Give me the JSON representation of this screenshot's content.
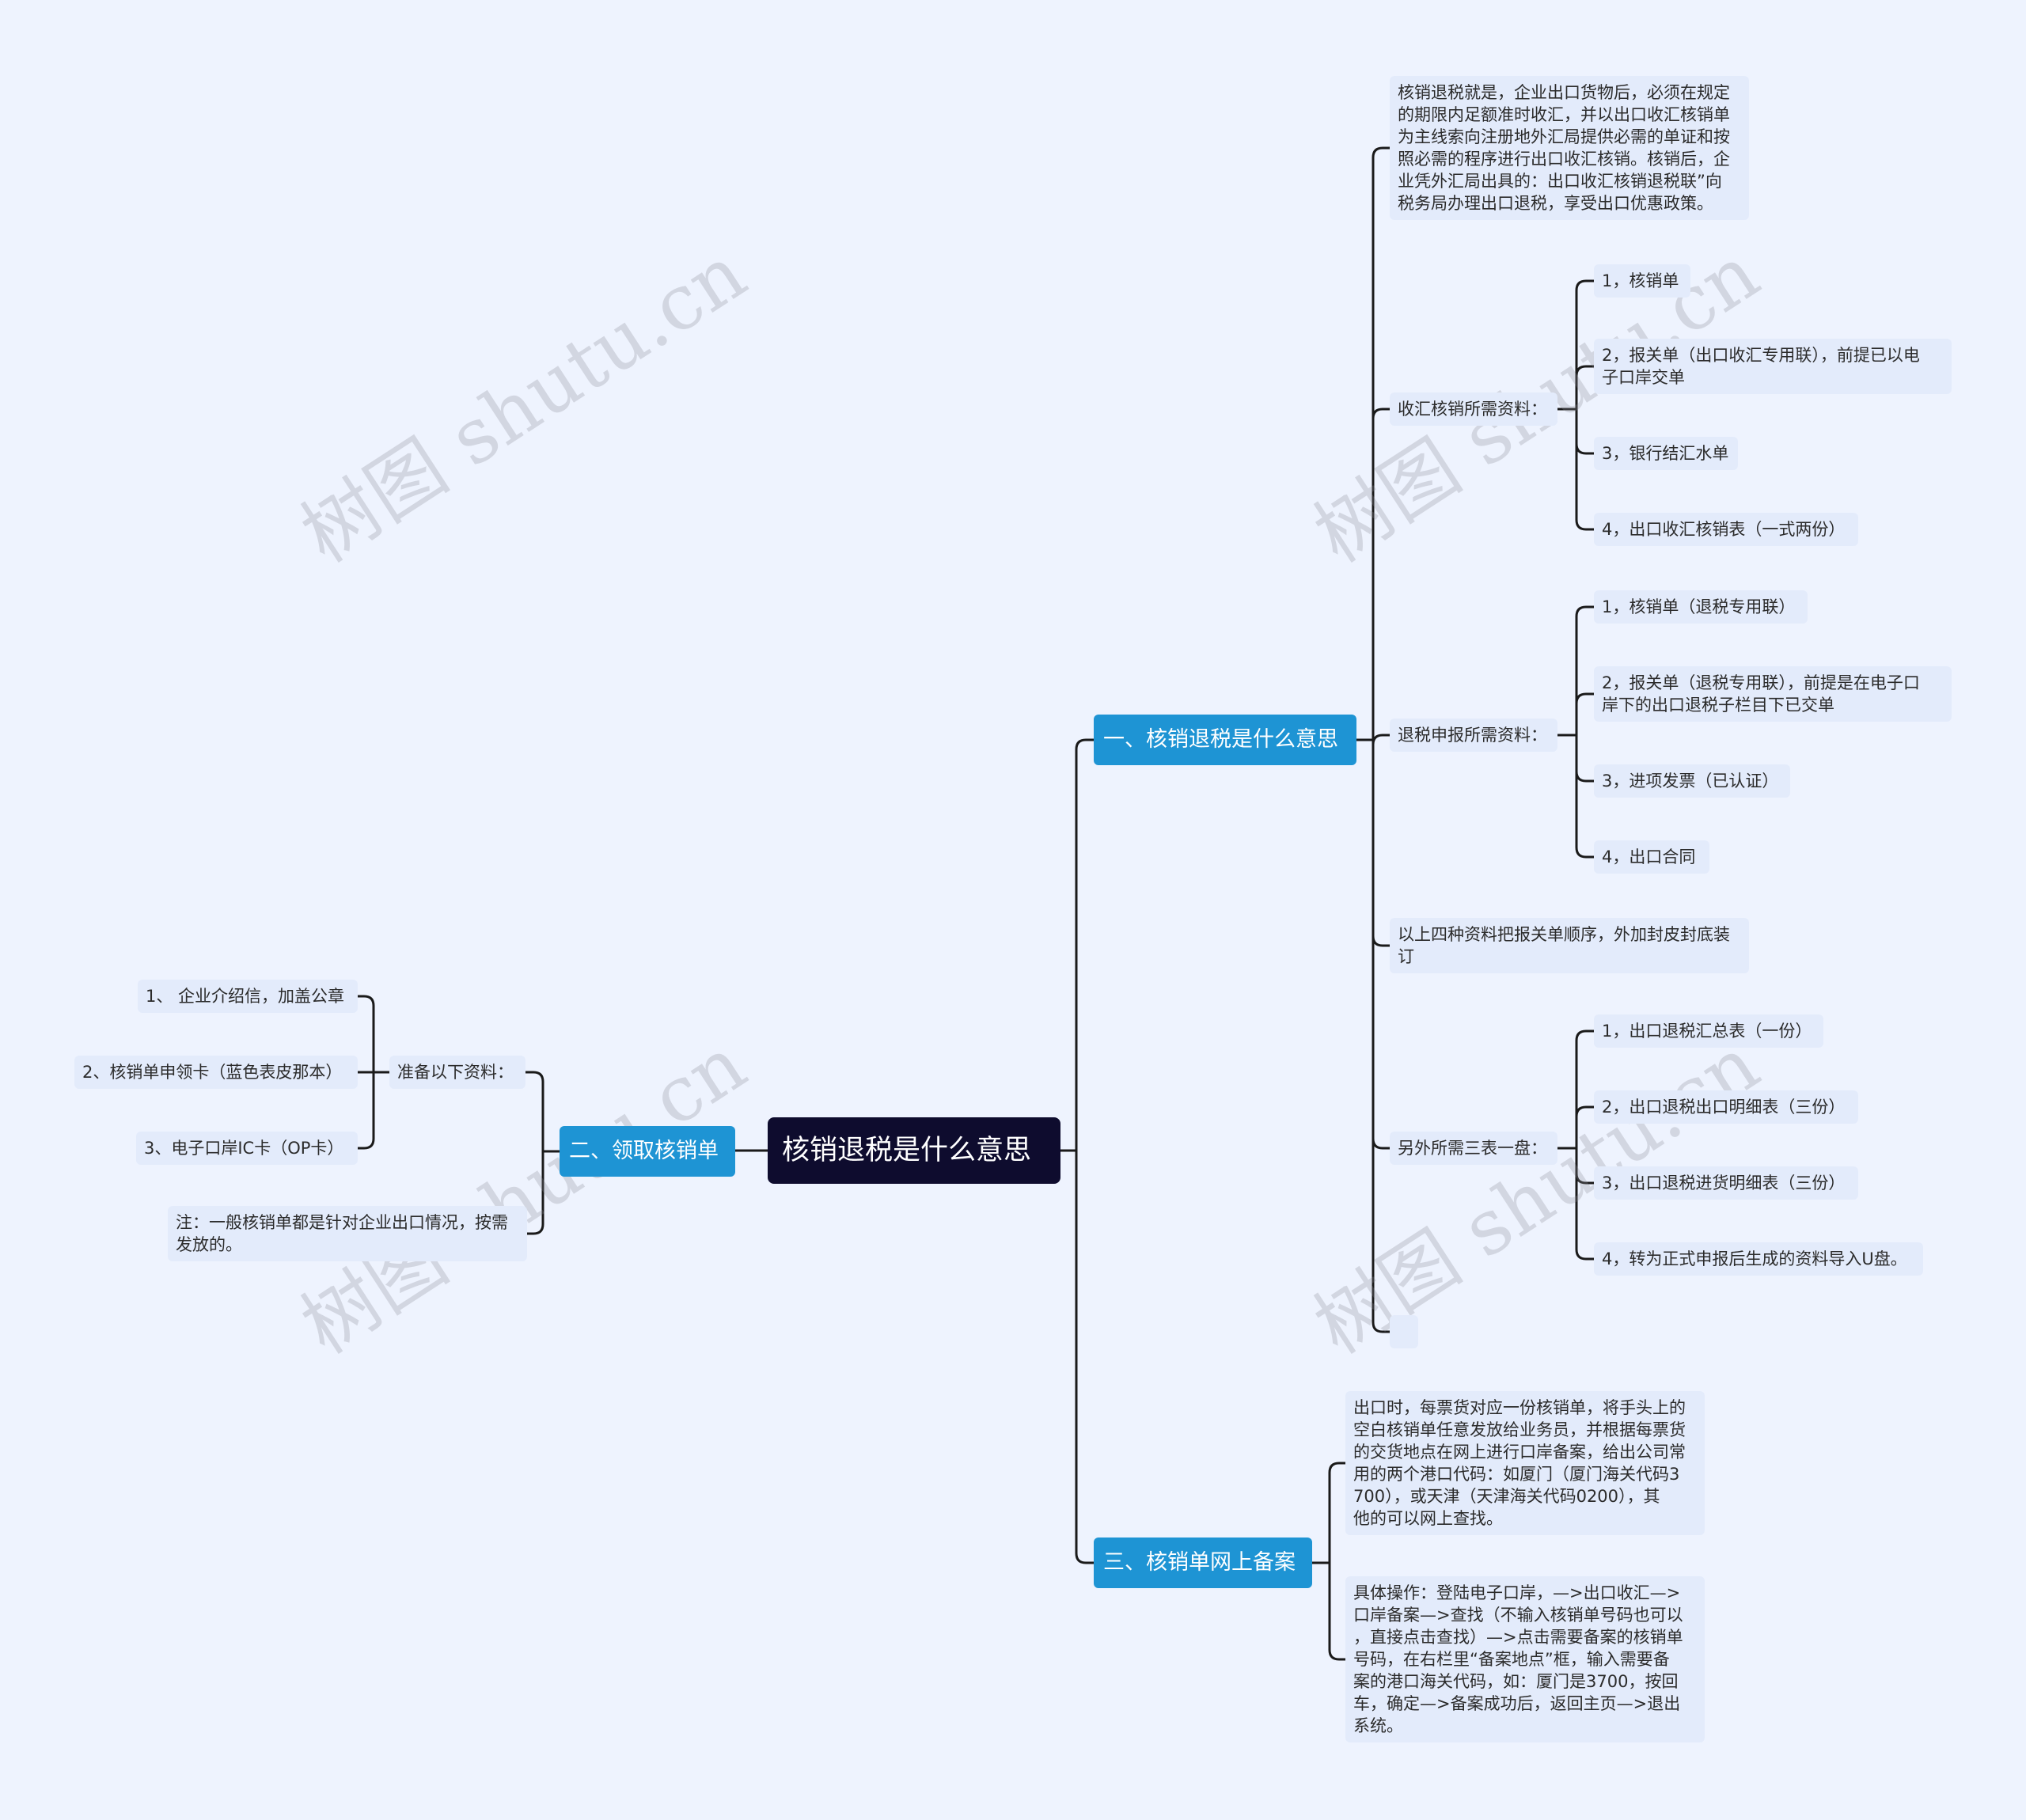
{
  "root": {
    "label": "核销退税是什么意思"
  },
  "branches": {
    "b1": {
      "label": "一、核销退税是什么意思"
    },
    "b2": {
      "label": "二、领取核销单"
    },
    "b3": {
      "label": "三、核销单网上备案"
    }
  },
  "b1": {
    "def": "核销退税就是，企业出口货物后，必须在规定\n的期限内足额准时收汇，并以出口收汇核销单\n为主线索向注册地外汇局提供必需的单证和按\n照必需的程序进行出口收汇核销。核销后，企\n业凭外汇局出具的：出口收汇核销退税联”向\n税务局办理出口退税，享受出口优惠政策。",
    "g1": {
      "label": "收汇核销所需资料：",
      "items": [
        "1，核销单",
        "2，报关单（出口收汇专用联），前提已以电\n子口岸交单",
        "3，银行结汇水单",
        "4，出口收汇核销表（一式两份）"
      ]
    },
    "g2": {
      "label": "退税申报所需资料：",
      "items": [
        "1，核销单（退税专用联）",
        "2，报关单（退税专用联），前提是在电子口\n岸下的出口退税子栏目下已交单",
        "3，进项发票（已认证）",
        "4，出口合同"
      ]
    },
    "note": "以上四种资料把报关单顺序，外加封皮封底装\n订",
    "g3": {
      "label": "另外所需三表一盘：",
      "items": [
        "1，出口退税汇总表（一份）",
        "2，出口退税出口明细表（三份）",
        "3，出口退税进货明细表（三份）",
        "4，转为正式申报后生成的资料导入U盘。"
      ]
    }
  },
  "b2": {
    "g1": {
      "label": "准备以下资料：",
      "items": [
        "1、 企业介绍信，加盖公章",
        "2、核销单申领卡（蓝色表皮那本）",
        "3、电子口岸IC卡（OP卡）"
      ]
    },
    "note": "注：一般核销单都是针对企业出口情况，按需\n发放的。"
  },
  "b3": {
    "p1": "出口时，每票货对应一份核销单，将手头上的\n空白核销单任意发放给业务员，并根据每票货\n的交货地点在网上进行口岸备案，给出公司常\n用的两个港口代码：如厦门（厦门海关代码3\n700），或天津（天津海关代码0200），其\n他的可以网上查找。",
    "p2": "具体操作：登陆电子口岸，—>出口收汇—>\n口岸备案—>查找（不输入核销单号码也可以\n，直接点击查找）—>点击需要备案的核销单\n号码，在右栏里“备案地点”框，输入需要备\n案的港口海关代码，如：厦门是3700，按回\n车，确定—>备案成功后，返回主页—>退出\n系统。"
  },
  "watermark": "树图 shutu.cn",
  "colors": {
    "root": "#0e0c2e",
    "branch": "#1e94d4",
    "leaf": "#e3ebfb",
    "line": "#1a1a1a",
    "background": "#eef3fe"
  }
}
